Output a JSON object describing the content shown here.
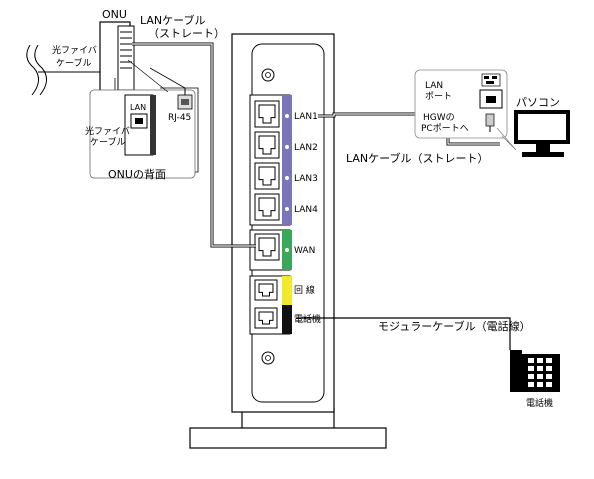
{
  "onu": {
    "label": "ONU",
    "fiber_cable": "光ファイバ\nケーブル",
    "back_title": "ONUの背面",
    "back_lan": "LAN",
    "back_fiber": "光ファイバ\nケーブル",
    "rj45": "RJ-45"
  },
  "cables": {
    "lan_onu": "LANケーブル\n（ストレート）",
    "lan_pc": "LANケーブル（ストレート）",
    "modular": "モジュラーケーブル（電話線）"
  },
  "router": {
    "lan_ports": [
      "LAN1",
      "LAN2",
      "LAN3",
      "LAN4"
    ],
    "wan": "WAN",
    "line": "回 線",
    "phone": "電話機"
  },
  "pc": {
    "label": "パソコン",
    "lan_port": "LAN\nポート",
    "hgw": "HGWの\nPCポートへ"
  },
  "phone_device": {
    "label": "電話機"
  },
  "colors": {
    "lan_block": "#7b74b8",
    "wan_block": "#3aa85a",
    "line_block": "#f2e92c",
    "phone_block": "#111111"
  }
}
